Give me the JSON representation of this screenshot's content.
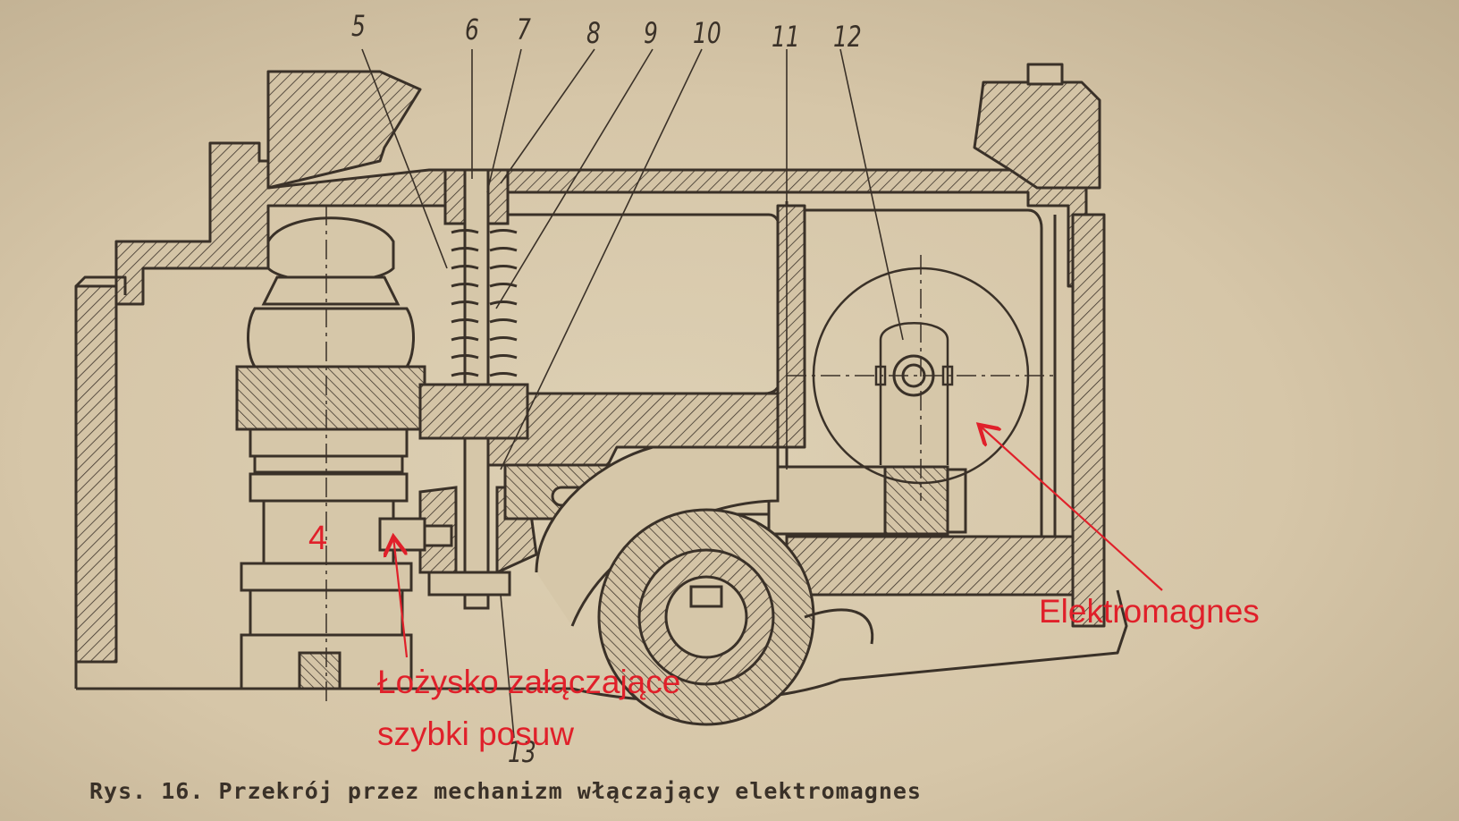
{
  "part_numbers": [
    "5",
    "6",
    "7",
    "8",
    "9",
    "10",
    "11",
    "12",
    "4",
    "13"
  ],
  "annotations": {
    "elektromagnes": "Elektromagnes",
    "bearing_line1": "Łożysko załączające",
    "bearing_line2": "szybki posuw"
  },
  "caption": "Rys. 16. Przekrój przez mechanizm włączający elektromagnes",
  "colors": {
    "paper": "#d8c9ac",
    "ink": "#3a3128",
    "annotation": "#e0202a"
  }
}
